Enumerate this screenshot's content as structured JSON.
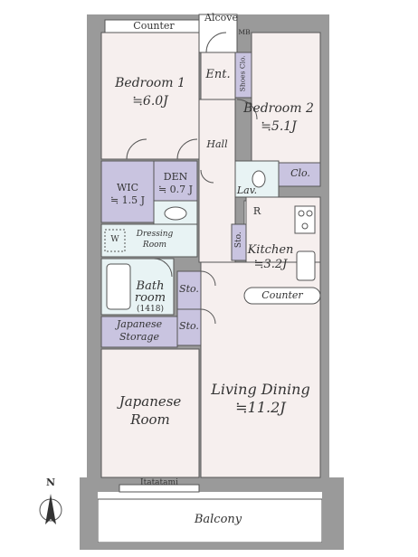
{
  "plan": {
    "alcove": "Alcove",
    "counter_top": "Counter",
    "mb": "MB",
    "entrance": "Ent.",
    "shoes_closet": "Shoes Clo.",
    "bedroom1": {
      "name": "Bedroom 1",
      "size": "≒6.0J"
    },
    "bedroom2": {
      "name": "Bedroom 2",
      "size": "≒5.1J"
    },
    "hall": "Hall",
    "closet": "Clo.",
    "wic": {
      "name": "WIC",
      "size": "≒ 1.5 J"
    },
    "den": {
      "name": "DEN",
      "size": "≒ 0.7 J"
    },
    "lavatory": "Lav.",
    "refrigerator": "R",
    "washer": "W",
    "dressing_room": {
      "line1": "Dressing",
      "line2": "Room"
    },
    "storage1": "Sto.",
    "storage2": "Sto.",
    "storage3": "Sto.",
    "kitchen": {
      "name": "Kitchen",
      "size": "≒3.2J"
    },
    "counter_kitchen": "Counter",
    "bathroom": {
      "line1": "Bath",
      "line2": "room",
      "line3": "(1418)"
    },
    "japanese_storage": {
      "line1": "Japanese",
      "line2": "Storage"
    },
    "japanese_room": {
      "line1": "Japanese",
      "line2": "Room"
    },
    "living_dining": {
      "name": "Living Dining",
      "size": "≒11.2J"
    },
    "itatatami": "Itatatami",
    "balcony": "Balcony",
    "north": "N"
  },
  "colors": {
    "floor": "#f6efee",
    "storage": "#c9c4e0",
    "wet": "#e8f3f4",
    "wall": "#9a9a9a",
    "wall_outline": "#555555",
    "text": "#333333"
  }
}
